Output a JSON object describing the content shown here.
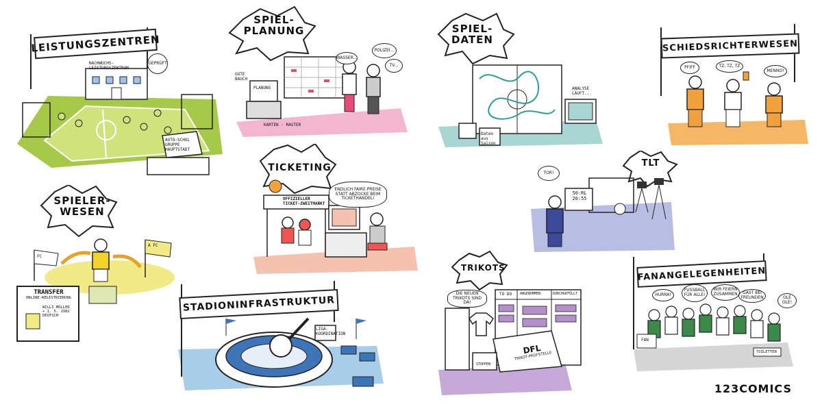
{
  "scenes": {
    "leistungszentren": {
      "title": "LEISTUNGSZENTREN",
      "building_sign": "NACHWUCHS-LEISTUNGSZENTRUM",
      "badge": "GEPRÜFT",
      "laptop_text": "AUTO-SCHUL GRUPPE HAUPTSTADT"
    },
    "spielplanung": {
      "title_line1": "SPIEL-",
      "title_line2": "PLANUNG",
      "bubble_1": "GUTE BAUCH",
      "bubble_2": "POLIZEI...",
      "bubble_3": "TV...",
      "bubble_4": "WASSER...",
      "screen_text": "PLANUNG",
      "papers": "KARTEN · RASTER"
    },
    "spieldaten": {
      "title_line1": "SPIEL-",
      "title_line2": "DATEN",
      "bubble": "ANALYSE LÄUFT...",
      "binder": "Daten aus Saison"
    },
    "schiedsrichterwesen": {
      "title": "SCHIEDSRICHTERWESEN",
      "bubble_1": "PFIFF",
      "bubble_2": "TZ, TZ, TZ",
      "bubble_3": "MENNO!"
    },
    "spielerwesen": {
      "title_line1": "SPIELER-",
      "title_line2": "WESEN",
      "flag_left": "FC",
      "flag_right": "A FC",
      "monitor_title": "TRANSFER",
      "monitor_sub": "ONLINE-REGISTRIERUNG",
      "monitor_name": "WILLI MÜLLER",
      "monitor_date": "+ 1. 5. 1982",
      "monitor_nation": "DEUTSCH"
    },
    "ticketing": {
      "title": "TICKETING",
      "sign": "OFFIZIELLER TICKET-ZWEITMARKT",
      "bubble": "ENDLICH FAIRE PREISE STATT ABZOCKE BEIM TICKETHANDEL!"
    },
    "tlt": {
      "title": "TLT",
      "bubble": "TOR!",
      "board_score": "50:RL",
      "board_time": "20:55"
    },
    "stadioninfrastruktur": {
      "title": "STADIONINFRASTRUKTUR",
      "sign": "LIGA-KOORDINATION"
    },
    "trikots": {
      "title": "TRIKOTS",
      "bubble": "DIE NEUEN TRIKOTS SIND DA!",
      "shelf_1": "TO DO",
      "shelf_2": "ANGENOMMEN",
      "shelf_3": "DURCHGEFÜLLT",
      "box": "DFL",
      "box_sub": "TRIKOT-PRÜFSTELLE",
      "crate": "STOPPEN"
    },
    "fanangelegenheiten": {
      "title": "FANANGELEGENHEITEN",
      "bubble_1": "HURRA!",
      "bubble_2": "FUSSBALL FÜR ALLE!",
      "bubble_3": "WIR FEIERN ZUSAMMEN",
      "bubble_4": "GAST BEI FREUNDEN",
      "bubble_5": "OLÉ OLÉ!",
      "sign_1": "FAN",
      "sign_2": "TOILETTEN"
    }
  },
  "signature": "123COMICS",
  "colors": {
    "leistungszentren": "#a6c94a",
    "spielplanung": "#f2b7cf",
    "spieldaten": "#a9d6d2",
    "schiedsrichterwesen": "#f5b766",
    "spielerwesen": "#f2ea86",
    "ticketing": "#f4c2ae",
    "tlt": "#b8bde3",
    "stadioninfrastruktur": "#a7cde8",
    "trikots": "#c6a9d8",
    "fanangelegenheiten": "#d6d6d6"
  }
}
